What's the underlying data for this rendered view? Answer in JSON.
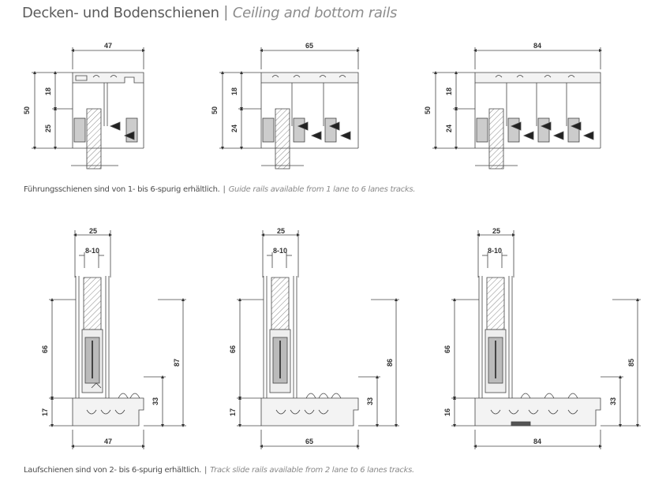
{
  "header": {
    "title_de": "Decken- und Bodenschienen",
    "separator": "|",
    "title_en": "Ceiling and bottom rails"
  },
  "captions": {
    "guide": {
      "de": "Führungsschienen sind von 1- bis 6-spurig erhältlich.",
      "sep": "|",
      "en": "Guide rails available from 1 lane to 6 lanes tracks."
    },
    "track": {
      "de": "Laufschienen sind von 2- bis 6-spurig erhältlich.",
      "sep": "|",
      "en": "Track slide rails available from 2 lane to 6 lanes tracks."
    }
  },
  "ceiling_rails": [
    {
      "width": "47",
      "height": "50",
      "upper": "18",
      "lower": "25"
    },
    {
      "width": "65",
      "height": "50",
      "upper": "18",
      "lower": "24"
    },
    {
      "width": "84",
      "height": "50",
      "upper": "18",
      "lower": "24"
    }
  ],
  "bottom_rails": [
    {
      "width": "47",
      "top_width": "25",
      "gap": "8-10",
      "left_height": "66",
      "base": "17",
      "right_total": "87",
      "right_inner": "33"
    },
    {
      "width": "65",
      "top_width": "25",
      "gap": "8-10",
      "left_height": "66",
      "base": "17",
      "right_total": "86",
      "right_inner": "33"
    },
    {
      "width": "84",
      "top_width": "25",
      "gap": "8-10",
      "left_height": "66",
      "base": "16",
      "right_total": "85",
      "right_inner": "33"
    }
  ]
}
